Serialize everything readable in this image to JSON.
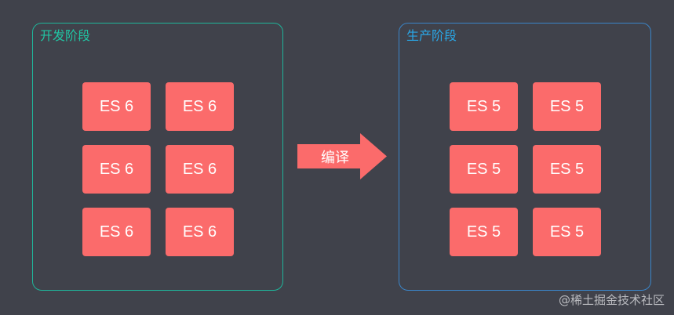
{
  "dev_stage": {
    "title": "开发阶段",
    "color": "#1fb59a",
    "boxes": [
      "ES 6",
      "ES 6",
      "ES 6",
      "ES 6",
      "ES 6",
      "ES 6"
    ]
  },
  "prod_stage": {
    "title": "生产阶段",
    "color": "#3b85c8",
    "boxes": [
      "ES 5",
      "ES 5",
      "ES 5",
      "ES 5",
      "ES 5",
      "ES 5"
    ]
  },
  "arrow": {
    "label": "编译",
    "color": "#fb6b6b",
    "icon": "right-arrow-icon"
  },
  "watermark": "@稀土掘金技术社区"
}
